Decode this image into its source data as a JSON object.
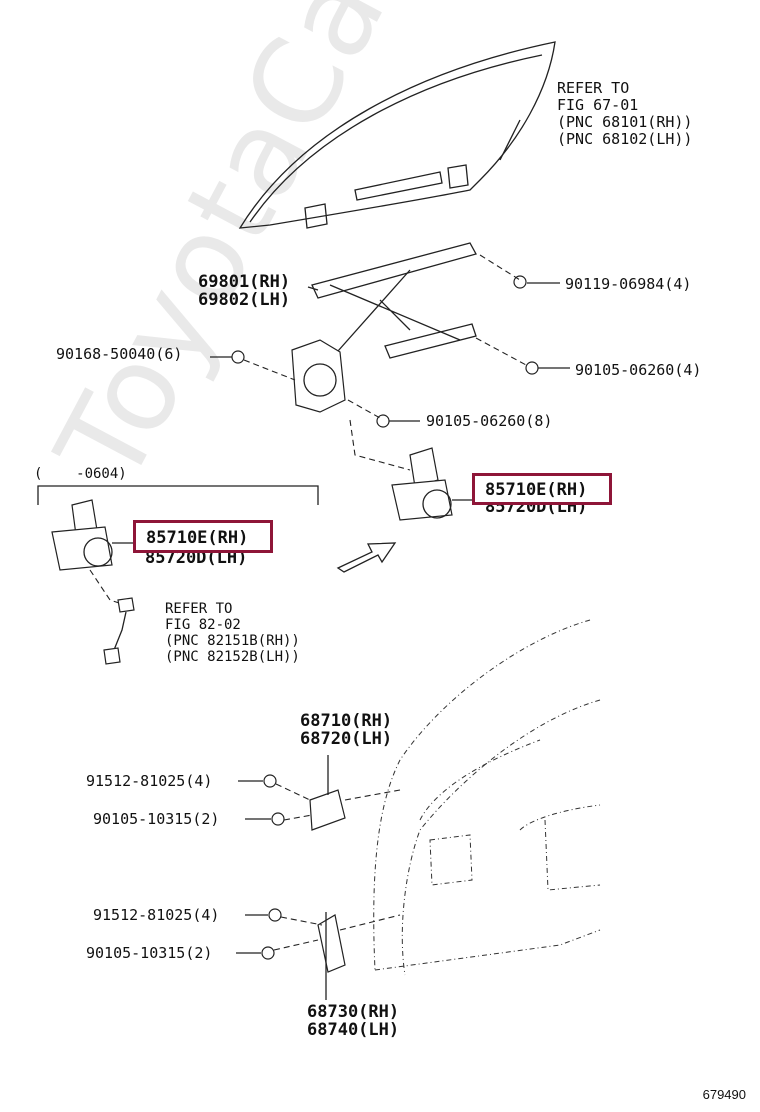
{
  "watermark": "ToyotaCarMine.ru",
  "diagram_code": "679490",
  "labels": {
    "refer1": "REFER TO\nFIG 67-01\n(PNC 68101(RH))\n(PNC 68102(LH))",
    "regulator": "69801(RH)\n69802(LH)",
    "bolt_90119": "90119-06984(4)",
    "bolt_90168": "90168-50040(6)",
    "bolt_90105_4": "90105-06260(4)",
    "bolt_90105_8": "90105-06260(8)",
    "motor_main_rh": "85710E(RH)",
    "motor_main_lh": "85720D(LH)",
    "bracket_range": "(    -0604)",
    "motor_old_rh": "85710E(RH)",
    "motor_old_lh": "85720D(LH)",
    "refer2": "REFER TO\nFIG 82-02\n(PNC 82151B(RH))\n(PNC 82152B(LH))",
    "hinge_upper": "68710(RH)\n68720(LH)",
    "bolt_91512_a": "91512-81025(4)",
    "bolt_90105_10315_a": "90105-10315(2)",
    "bolt_91512_b": "91512-81025(4)",
    "bolt_90105_10315_b": "90105-10315(2)",
    "hinge_lower": "68730(RH)\n68740(LH)"
  },
  "colors": {
    "highlight": "#8e1538",
    "line": "#222222",
    "watermark": "#e9e9e9"
  }
}
